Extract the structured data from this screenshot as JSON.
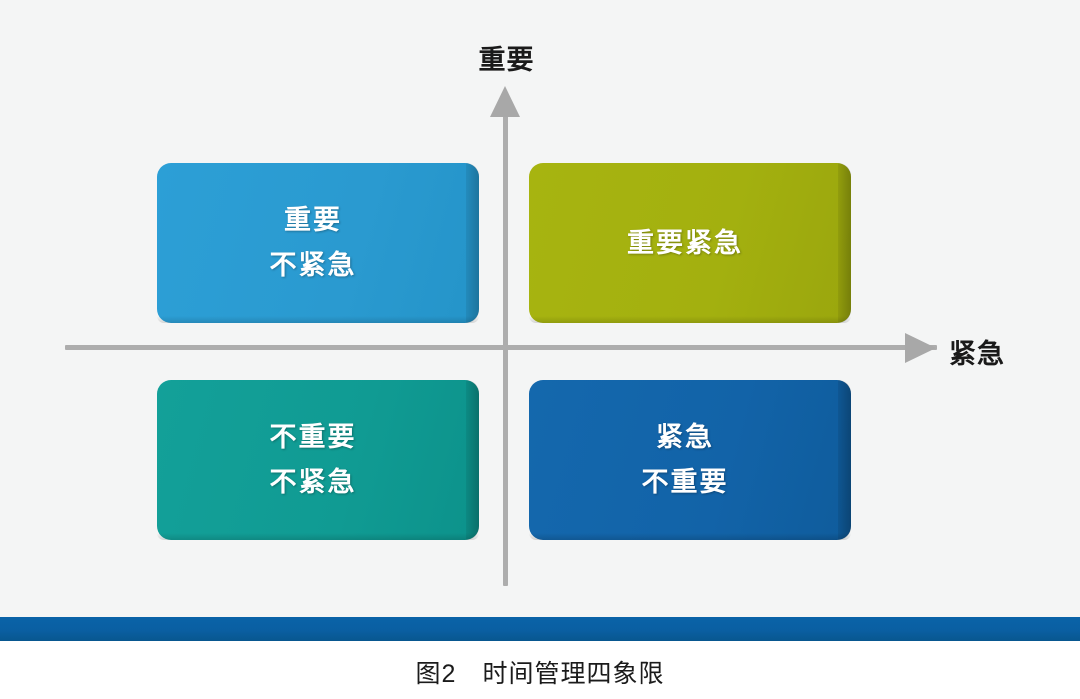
{
  "figure": {
    "caption": "图2　时间管理四象限",
    "background_color": "#f4f5f5",
    "accent_bar_color": "#0a63a8"
  },
  "chart_data": {
    "type": "matrix",
    "title": "时间管理四象限",
    "xlabel": "紧急",
    "ylabel": "重要",
    "axis_color": "#adadad",
    "quadrants": [
      {
        "id": "important-noturgent",
        "position": "top-left",
        "lines": [
          "重要",
          "不紧急"
        ],
        "color": "#2a9ad0"
      },
      {
        "id": "important-urgent",
        "position": "top-right",
        "lines": [
          "重要紧急"
        ],
        "color": "#a3b00f"
      },
      {
        "id": "notimportant-noturgent",
        "position": "bottom-left",
        "lines": [
          "不重要",
          "不紧急"
        ],
        "color": "#109b93"
      },
      {
        "id": "urgent-notimportant",
        "position": "bottom-right",
        "lines": [
          "紧急",
          "不重要"
        ],
        "color": "#1263a8"
      }
    ]
  }
}
